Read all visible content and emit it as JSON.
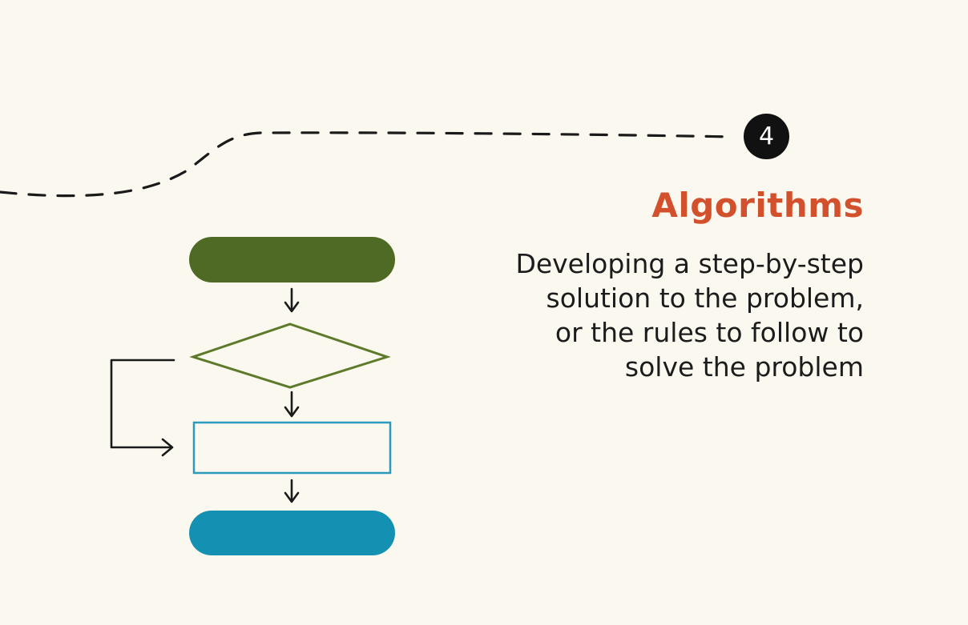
{
  "slide": {
    "step_number": "4",
    "title": "Algorithms",
    "description_lines": [
      "Developing a step-by-step",
      "solution to the problem,",
      "or the rules to follow to",
      "solve the problem"
    ]
  },
  "flowchart": {
    "nodes": [
      {
        "id": "start",
        "shape": "terminator",
        "color": "#4f6a24"
      },
      {
        "id": "decision",
        "shape": "diamond",
        "color": "#5c7a2a"
      },
      {
        "id": "process",
        "shape": "rectangle",
        "color": "#2a9bbd"
      },
      {
        "id": "end",
        "shape": "terminator",
        "color": "#1490b2"
      }
    ],
    "edges": [
      {
        "from": "start",
        "to": "decision"
      },
      {
        "from": "decision",
        "to": "process"
      },
      {
        "from": "decision",
        "to": "process",
        "kind": "loop-back"
      },
      {
        "from": "process",
        "to": "end"
      }
    ]
  },
  "colors": {
    "background": "#fbf8ef",
    "title": "#d3502c",
    "text": "#1c1c1c",
    "badge": "#111111",
    "path": "#1a1a1a",
    "arrow": "#1a1a1a"
  },
  "icons": {
    "step_badge": "number-circle-icon",
    "arrows": "arrow-down-icon"
  }
}
